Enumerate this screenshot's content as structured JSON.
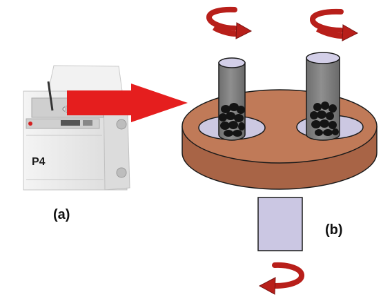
{
  "labels": {
    "panel_a": "(a)",
    "panel_b": "(b)",
    "machine_model": "P4"
  },
  "colors": {
    "rotation_arrow": "#b81f1a",
    "pointer_arrow": "#e51e1e",
    "disc": "#c07a58",
    "disc_side": "#a86446",
    "hole": "#ccc8e2",
    "vial": "#7b7b7b",
    "ball": "#141414",
    "shaft": "#cbc7e3",
    "machine_body": "#e8e8e8"
  },
  "icons": {
    "rotation": "curved-rotation-arrow-icon",
    "pointer": "right-arrow-icon"
  }
}
